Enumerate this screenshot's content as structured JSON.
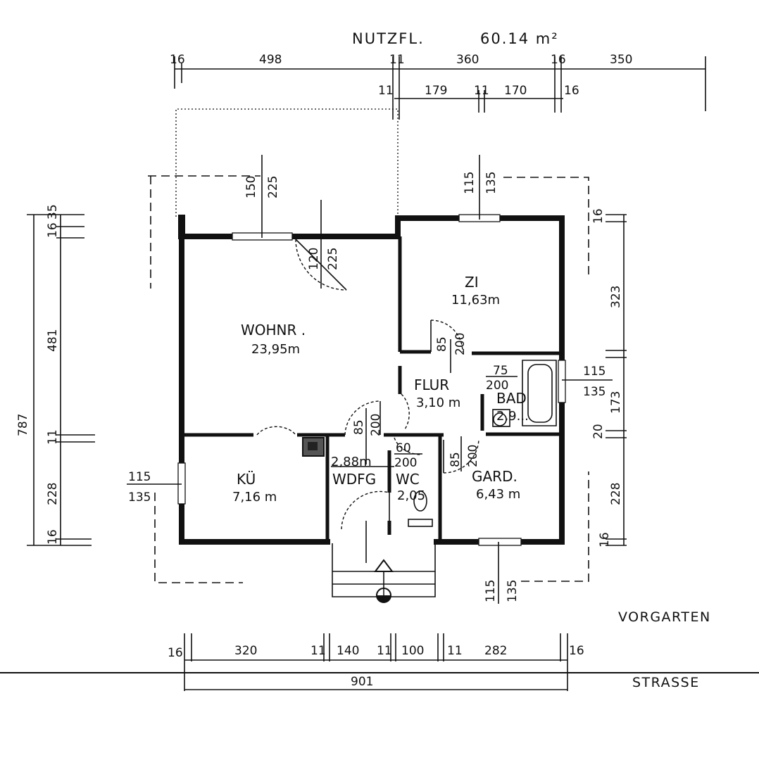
{
  "header": {
    "title": "NUTZFL.",
    "area": "60.14 m²"
  },
  "rooms": {
    "wohnr": {
      "name": "WOHNR .",
      "area": "23,95m"
    },
    "zi": {
      "name": "ZI",
      "area": "11,63m"
    },
    "flur": {
      "name": "FLUR",
      "area": "3,10 m"
    },
    "bad": {
      "name": "BAD",
      "area": "2,9..."
    },
    "kue": {
      "name": "KÜ",
      "area": "7,16 m"
    },
    "wdfg": {
      "name": "WDFG",
      "area": "2,88m"
    },
    "wc": {
      "name": "WC",
      "area": "2,05"
    },
    "gard": {
      "name": "GARD.",
      "area": "6,43 m"
    }
  },
  "dims": {
    "top1": [
      "16",
      "498",
      "11",
      "360",
      "16",
      "350"
    ],
    "top2": [
      "11",
      "179",
      "11",
      "170",
      "16"
    ],
    "bottom": [
      "16",
      "320",
      "11",
      "140",
      "11",
      "100",
      "11",
      "282",
      "16"
    ],
    "bottom_total": "901",
    "left": [
      "16",
      "35",
      "481",
      "11",
      "228",
      "16"
    ],
    "left_total": "787",
    "right": [
      "16",
      "323",
      "173",
      "20",
      "228",
      "16"
    ],
    "win_wohnr": [
      "150",
      "225"
    ],
    "win_zi": [
      "115",
      "135"
    ],
    "door_wohnr": [
      "120",
      "225"
    ],
    "door_zi": [
      "85",
      "200"
    ],
    "door_bad": [
      "75",
      "200"
    ],
    "door_wdfg": [
      "85",
      "200"
    ],
    "door_wc": [
      "60",
      "200"
    ],
    "door_gard": [
      "85",
      "200"
    ],
    "win_bad": [
      "115",
      "135"
    ],
    "win_kue": [
      "115",
      "135"
    ],
    "win_gard": [
      "115",
      "135"
    ]
  },
  "labels": {
    "vorgarten": "VORGARTEN",
    "strasse": "STRASSE"
  }
}
